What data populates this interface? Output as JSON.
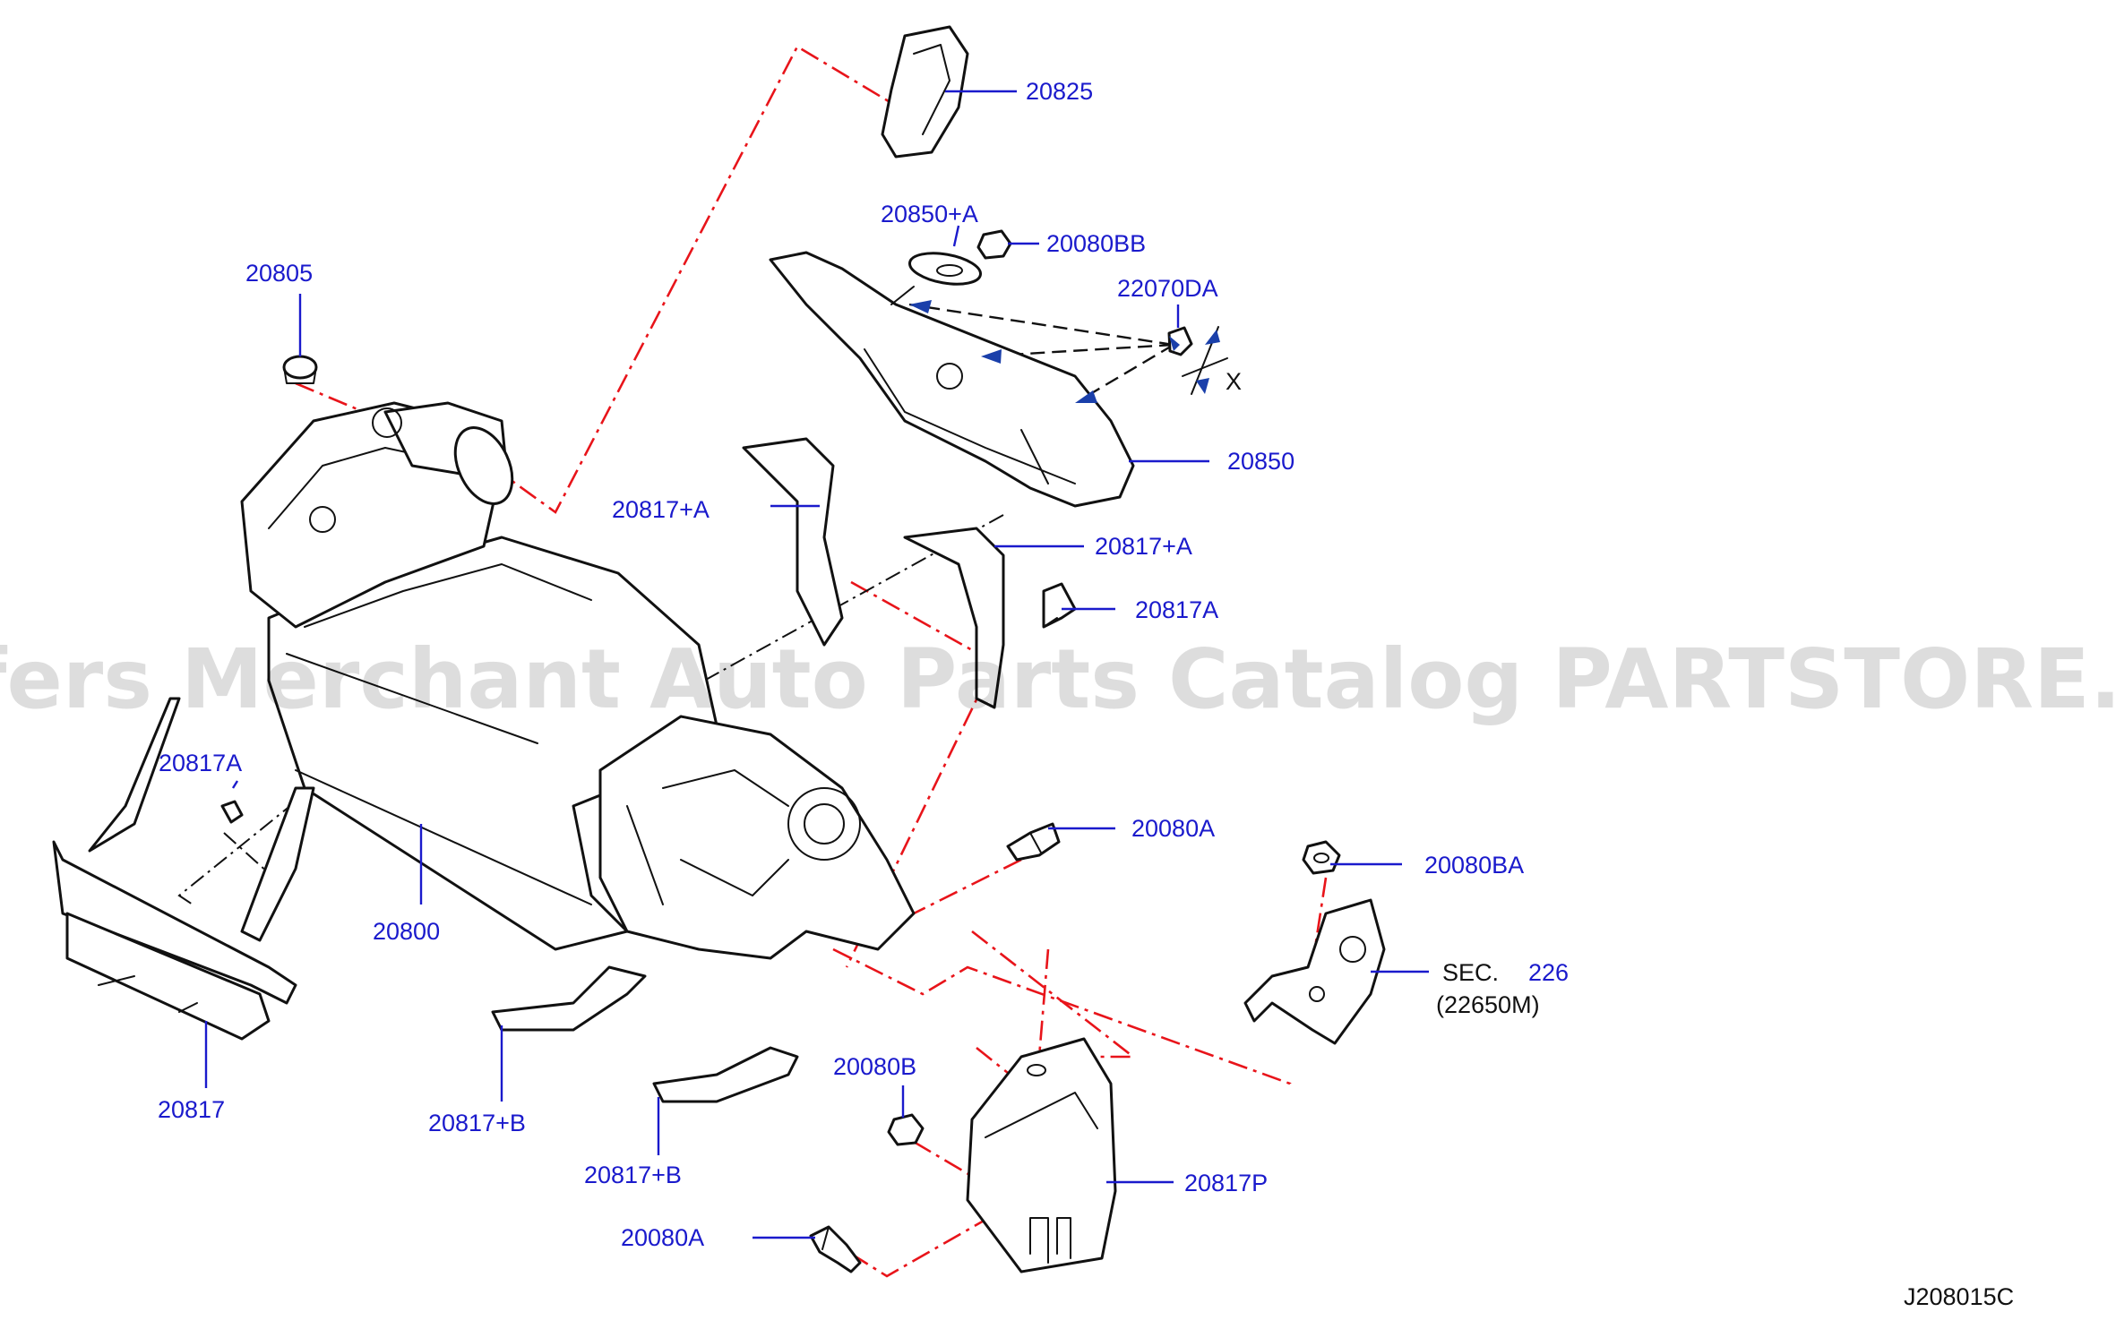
{
  "diagram": {
    "watermark": "Offers Merchant Auto Parts Catalog PARTSTORE.SA",
    "diagram_code": "J208015C",
    "colors": {
      "label": "#1a1acc",
      "part_line": "#111111",
      "reference_line": "#e8141a",
      "arrow": "#1a3faa"
    },
    "labels": {
      "p20825": "20825",
      "p20850A": "20850+A",
      "p20080BB": "20080BB",
      "p22070DA": "22070DA",
      "x_mark": "X",
      "p20805": "20805",
      "p20850": "20850",
      "p20817A_strap_top": "20817+A",
      "p20817A_strap_right": "20817+A",
      "p20817A_bolt_right": "20817A",
      "p20817A_bolt_left": "20817A",
      "p20800": "20800",
      "p20080A_upper": "20080A",
      "p20080BA": "20080BA",
      "sec_text": "SEC.",
      "sec_num": "226",
      "sec_sub": "(22650M)",
      "p20817": "20817",
      "p20817B_left": "20817+B",
      "p20817B_right": "20817+B",
      "p20080B": "20080B",
      "p20817P": "20817P",
      "p20080A_lower": "20080A"
    }
  }
}
